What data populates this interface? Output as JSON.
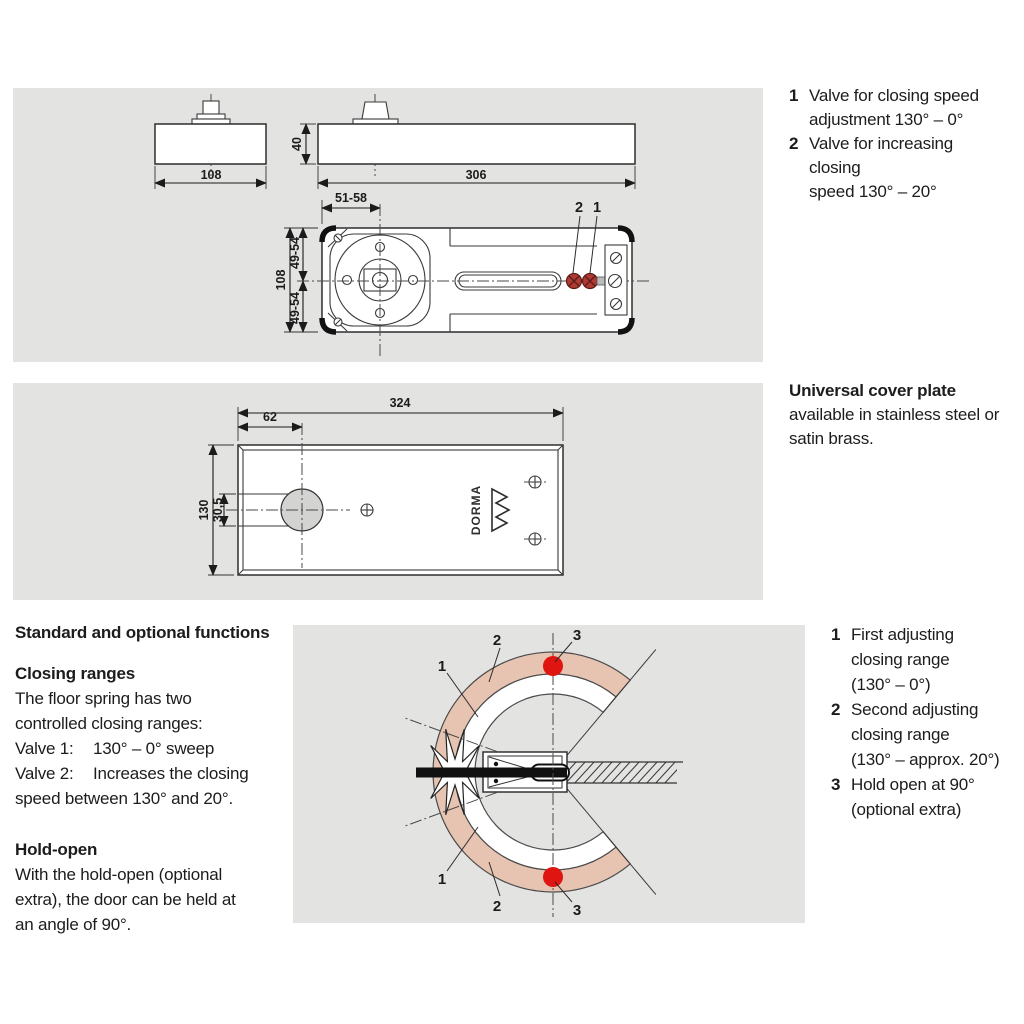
{
  "colors": {
    "panel_gray": "#e3e3e2",
    "pink_band": "#e7c4b2",
    "red_dot": "#de1510",
    "valve_red": "#ae3a33"
  },
  "top_legend": {
    "items": [
      {
        "num": "1",
        "lines": [
          "Valve for closing speed",
          "adjustment 130° – 0°"
        ]
      },
      {
        "num": "2",
        "lines": [
          "Valve for increasing closing",
          "speed 130° – 20°"
        ]
      }
    ]
  },
  "cover_note": {
    "title": "Universal cover plate",
    "lines": [
      "available in stainless steel or",
      "satin brass."
    ]
  },
  "functions": {
    "title": "Standard and optional functions",
    "closing_heading": "Closing ranges",
    "closing_lines": [
      "The floor spring has two",
      "controlled closing ranges:"
    ],
    "valve_rows": [
      {
        "label": "Valve 1:",
        "text": "130° – 0° sweep"
      },
      {
        "label": "Valve 2:",
        "text": "Increases the closing"
      }
    ],
    "valve2_cont": "speed between 130° and 20°.",
    "hold_heading": "Hold-open",
    "hold_lines": [
      "With the hold-open (optional",
      "extra), the door can be held at",
      "an angle of 90°."
    ]
  },
  "bottom_legend": {
    "items": [
      {
        "num": "1",
        "lines": [
          "First adjusting",
          "closing range",
          "(130° – 0°)"
        ]
      },
      {
        "num": "2",
        "lines": [
          "Second adjusting",
          "closing range",
          "(130° – approx. 20°)"
        ]
      },
      {
        "num": "3",
        "lines": [
          "Hold open at 90°",
          "(optional extra)"
        ]
      }
    ]
  },
  "drawings": {
    "elevation_small": {
      "width": "108"
    },
    "elevation_long": {
      "width": "306",
      "height": "40"
    },
    "plan": {
      "spindle_offset": "51-58",
      "height": "108",
      "upper": "49-54",
      "lower": "49-54",
      "valve_2": "2",
      "valve_1": "1"
    },
    "cover_plate": {
      "width": "324",
      "spindle_offset": "62",
      "height": "130",
      "notch": "30,5",
      "logo": "DORMA"
    },
    "function_diagram": {
      "labels_top": [
        "1",
        "2",
        "3"
      ],
      "labels_bottom": [
        "1",
        "2",
        "3"
      ]
    }
  }
}
